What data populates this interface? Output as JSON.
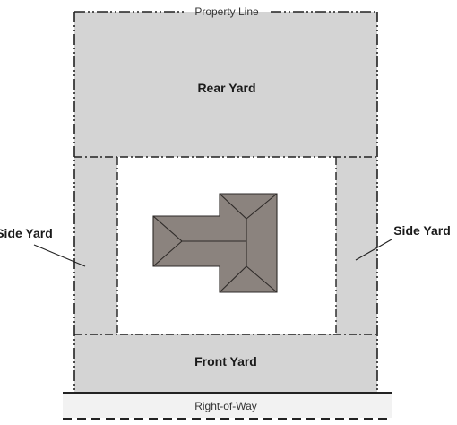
{
  "labels": {
    "property_line": "Property Line",
    "rear_yard": "Rear Yard",
    "side_yard_left": "Side Yard",
    "side_yard_right": "Side Yard",
    "front_yard": "Front Yard",
    "right_of_way": "Right-of-Way"
  },
  "colors": {
    "yard_fill": "#d4d4d4",
    "buildable_fill": "#ffffff",
    "house_fill": "#8b837e",
    "house_stroke": "#2e2a28",
    "boundary_stroke": "#222222",
    "row_fill": "#f2f2f2"
  }
}
